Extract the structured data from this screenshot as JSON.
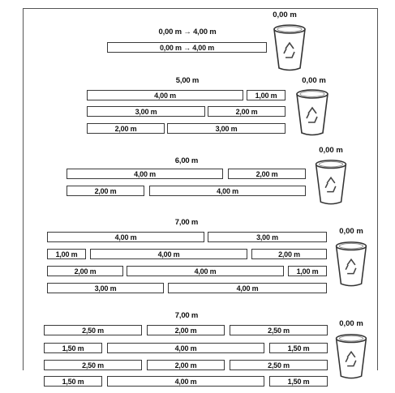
{
  "groups": [
    {
      "title": "0,00 m → 4,00 m",
      "bin_label": "0,00 m",
      "rows": [
        [
          "0,00 m → 4,00 m"
        ]
      ]
    },
    {
      "title": "5,00 m",
      "bin_label": "0,00 m",
      "rows": [
        [
          "4,00 m",
          "1,00 m"
        ],
        [
          "3,00 m",
          "2,00 m"
        ],
        [
          "2,00 m",
          "3,00 m"
        ]
      ]
    },
    {
      "title": "6,00 m",
      "bin_label": "0,00 m",
      "rows": [
        [
          "4,00 m",
          "2,00 m"
        ],
        [
          "2,00 m",
          "4,00 m"
        ]
      ]
    },
    {
      "title": "7,00 m",
      "bin_label": "0,00 m",
      "rows": [
        [
          "4,00 m",
          "3,00 m"
        ],
        [
          "1,00 m",
          "4,00 m",
          "2,00 m"
        ],
        [
          "2,00 m",
          "4,00 m",
          "1,00 m"
        ],
        [
          "3,00 m",
          "4,00 m"
        ]
      ]
    },
    {
      "title": "7,00 m",
      "bin_label": "0,00 m",
      "rows": [
        [
          "2,50 m",
          "2,00 m",
          "2,50 m"
        ],
        [
          "1,50 m",
          "4,00 m",
          "1,50 m"
        ],
        [
          "2,50 m",
          "2,00 m",
          "2,50 m"
        ],
        [
          "1,50 m",
          "4,00 m",
          "1,50 m"
        ]
      ]
    }
  ]
}
